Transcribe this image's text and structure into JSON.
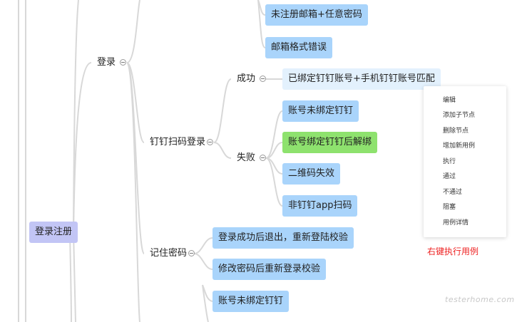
{
  "nodes": {
    "root": "登录注册",
    "login": "登录",
    "unregistered_email": "未注册邮箱+任意密码",
    "email_format_error": "邮箱格式错误",
    "dingtalk_scan": "钉钉扫码登录",
    "success": "成功",
    "success_detail": "已绑定钉钉账号+手机钉钉账号匹配",
    "failure": "失败",
    "fail_not_bound": "账号未绑定钉钉",
    "fail_unbound_after": "账号绑定钉钉后解绑",
    "fail_qr_expired": "二维码失效",
    "fail_not_app": "非钉钉app扫码",
    "remember_password": "记住密码",
    "remember_logout": "登录成功后退出，重新登陆校验",
    "remember_change_pwd": "修改密码后重新登录校验",
    "bottom_not_bound": "账号未绑定钉钉"
  },
  "context_menu": {
    "items": [
      "编辑",
      "添加子节点",
      "删除节点",
      "增加新用例",
      "执行",
      "通过",
      "不通过",
      "阻塞",
      "用例详情"
    ]
  },
  "annotation": "右键执行用例",
  "watermark": "testerhome.com",
  "colors": {
    "leaf": "#a9d4fb",
    "leaf_pale": "#e3f1fd",
    "leaf_green": "#8ee26e",
    "root": "#c2c5f5",
    "annotation": "#ee2222",
    "connector": "#d8d8d8"
  }
}
